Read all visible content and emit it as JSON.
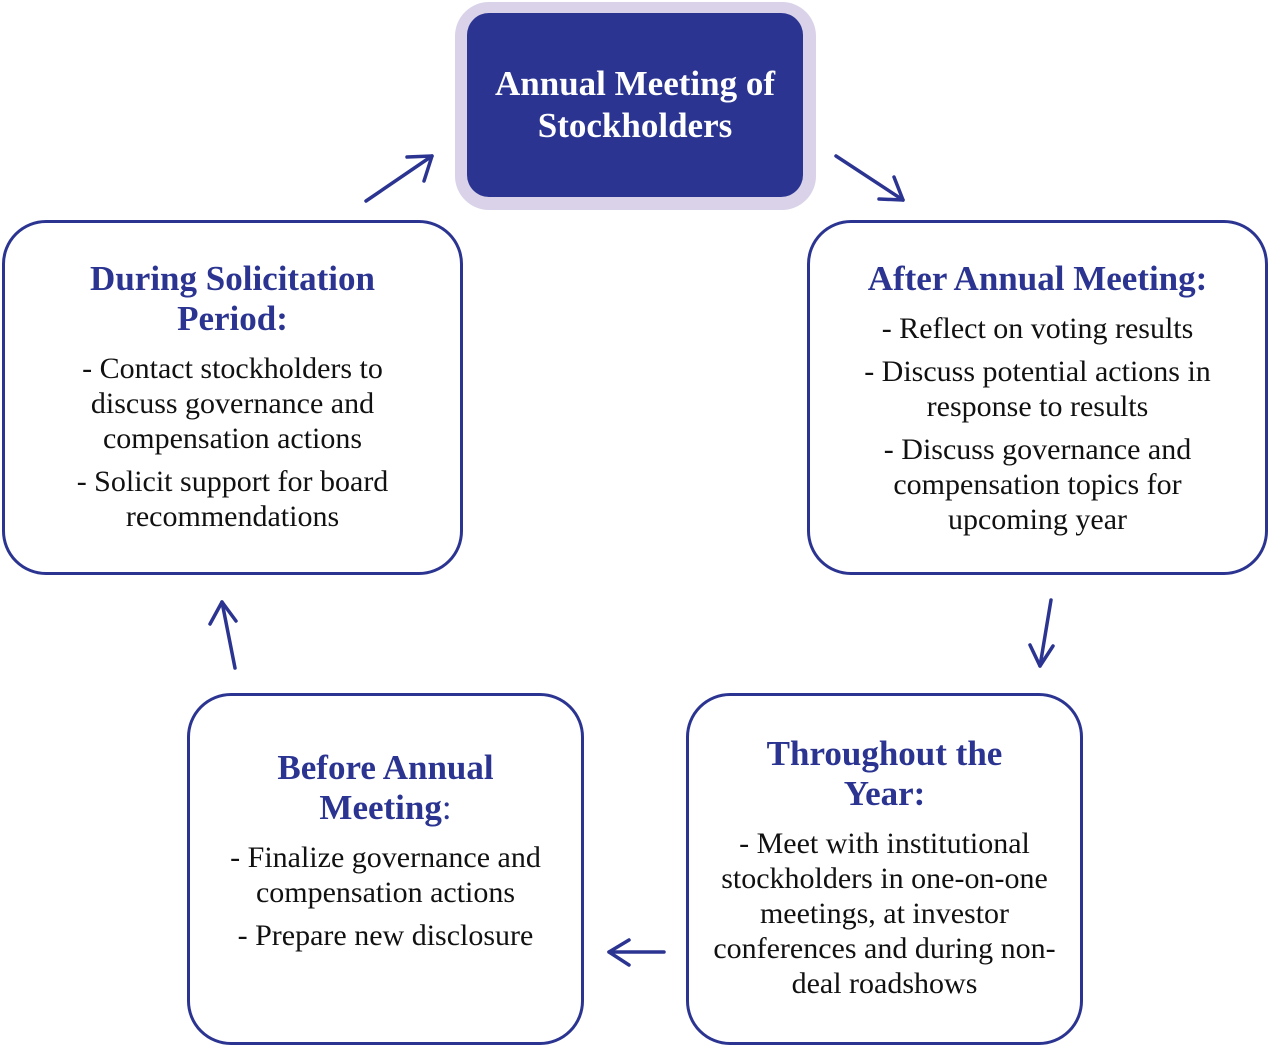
{
  "center": {
    "title": "Annual Meeting of Stockholders"
  },
  "stages": {
    "solicitation": {
      "title": "During Solicitation Period:",
      "items": [
        "- Contact stockholders to discuss governance and compensation actions",
        "- Solicit support for board recommendations"
      ]
    },
    "after": {
      "title": "After Annual Meeting:",
      "items": [
        "- Reflect on voting results",
        "- Discuss potential actions in response to results",
        "- Discuss governance and compensation topics for upcoming year"
      ]
    },
    "before": {
      "title": "Before Annual Meeting",
      "title_suffix": ":",
      "items": [
        "- Finalize governance and compensation actions",
        "- Prepare new disclosure"
      ]
    },
    "throughout": {
      "title": "Throughout the Year:",
      "items": [
        "- Meet with institutional stockholders in one-on-one meetings, at investor conferences and during non-deal roadshows"
      ]
    }
  },
  "colors": {
    "primary": "#2b3591",
    "highlight": "#d9d2e9",
    "text": "#111111",
    "background": "#ffffff"
  }
}
